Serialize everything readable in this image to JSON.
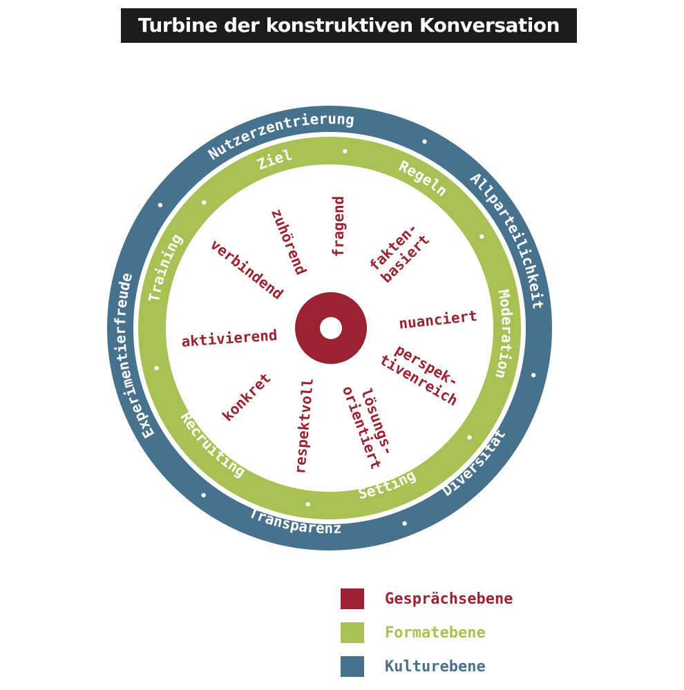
{
  "title": "Turbine der konstruktiven Konversation",
  "colors": {
    "conversation": "#9b2331",
    "format": "#a9c154",
    "culture": "#47728e"
  },
  "outer_ring": {
    "level": "Kulturebene",
    "labels": [
      "Nutzerzentrierung",
      "Allparteilichkeit",
      "Diversität",
      "Transparenz",
      "Experimentierfreude"
    ]
  },
  "middle_ring": {
    "level": "Formatebene",
    "labels": [
      "Ziel",
      "Regeln",
      "Moderation",
      "Setting",
      "Recruiting",
      "Training"
    ]
  },
  "center": {
    "level": "Gesprächsebene",
    "words": [
      "fragend",
      "fakten-|basiert",
      "nuanciert",
      "perspek-|tivenreich",
      "lösungs-|orientiert",
      "respektvoll",
      "konkret",
      "aktivierend",
      "verbindend",
      "zuhörend"
    ]
  },
  "legend": [
    {
      "label": "Gesprächsebene",
      "color": "#9b2331"
    },
    {
      "label": "Formatebene",
      "color": "#a9c154"
    },
    {
      "label": "Kulturebene",
      "color": "#47728e"
    }
  ]
}
